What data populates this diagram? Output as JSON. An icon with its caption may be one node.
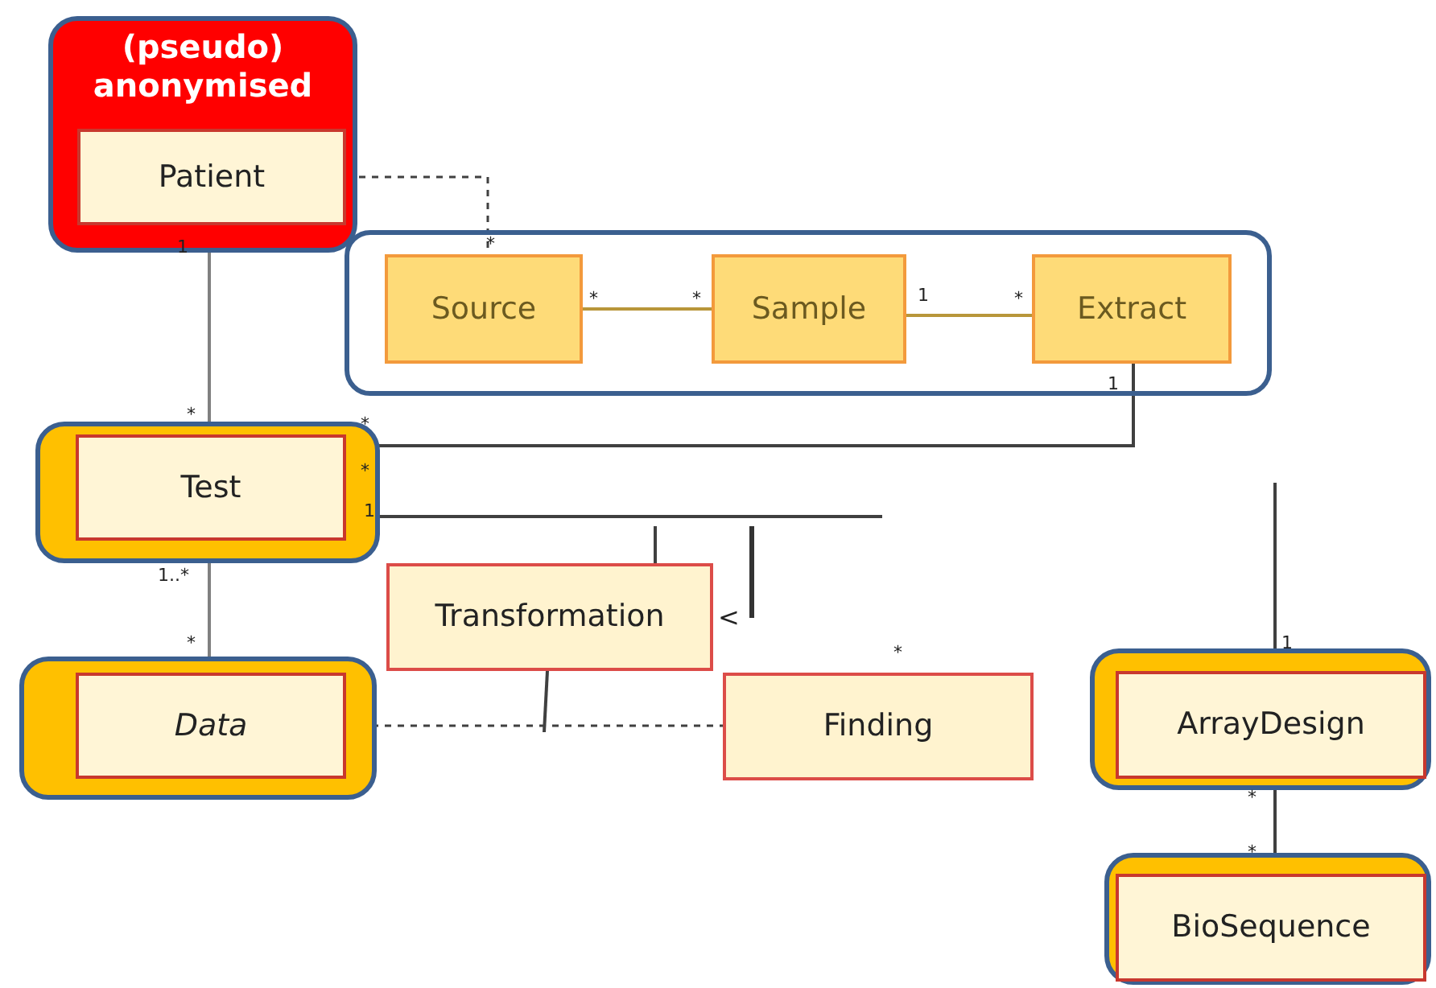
{
  "diagram": {
    "nodes": [
      {
        "text": [
          "(pseudo) anonymised"
        ]
      },
      {
        "text": [
          "Patient"
        ],
        "in": 0
      },
      {
        "text": [],
        "shape": "box"
      },
      {
        "text": [
          "Source"
        ],
        "in": 2
      },
      {
        "text": [
          "Sample"
        ],
        "in": 2
      },
      {
        "text": [
          "Extract"
        ],
        "in": 2
      },
      {
        "text": [],
        "shape": "box"
      },
      {
        "text": [
          "Test"
        ],
        "in": 6
      },
      {
        "text": [
          "Transformation"
        ]
      },
      {
        "text": [],
        "shape": "box"
      },
      {
        "text": [
          "Data"
        ],
        "in": 9
      },
      {
        "text": [
          "Finding"
        ]
      },
      {
        "text": [],
        "shape": "box"
      },
      {
        "text": [
          "ArrayDesign"
        ],
        "in": 12
      },
      {
        "text": [],
        "shape": "box"
      },
      {
        "text": [
          "BioSequence"
        ],
        "in": 14
      }
    ],
    "edges": [
      {
        "from": 1,
        "to": 3,
        "arrow": "none",
        "style": "dashed"
      },
      {
        "from": 1,
        "to": 7,
        "arrow": "none",
        "color": "#808080"
      },
      {
        "from": 3,
        "to": 4,
        "arrow": "none",
        "color": "#b8963a"
      },
      {
        "from": 4,
        "to": 5,
        "arrow": "none",
        "color": "#b8963a"
      },
      {
        "from": 5,
        "to": 7,
        "arrow": "none"
      },
      {
        "from": 7,
        "to": null,
        "arrow": "none"
      },
      {
        "from": null,
        "to": 8,
        "arrow": "none"
      },
      {
        "from": 7,
        "to": 10,
        "arrow": "none",
        "color": "#808080"
      },
      {
        "from": 10,
        "to": 11,
        "arrow": "none",
        "style": "dashed"
      },
      {
        "from": 8,
        "to": null,
        "arrow": "none"
      },
      {
        "from": null,
        "to": 13,
        "arrow": "none"
      },
      {
        "from": 13,
        "to": 15,
        "arrow": "none"
      }
    ],
    "labels": [
      "1",
      "*",
      "*",
      "*",
      "1",
      "*",
      "1",
      "*",
      "*",
      "*",
      "1",
      "1..*",
      "*",
      "<",
      "*",
      "1",
      "*",
      "*"
    ]
  }
}
